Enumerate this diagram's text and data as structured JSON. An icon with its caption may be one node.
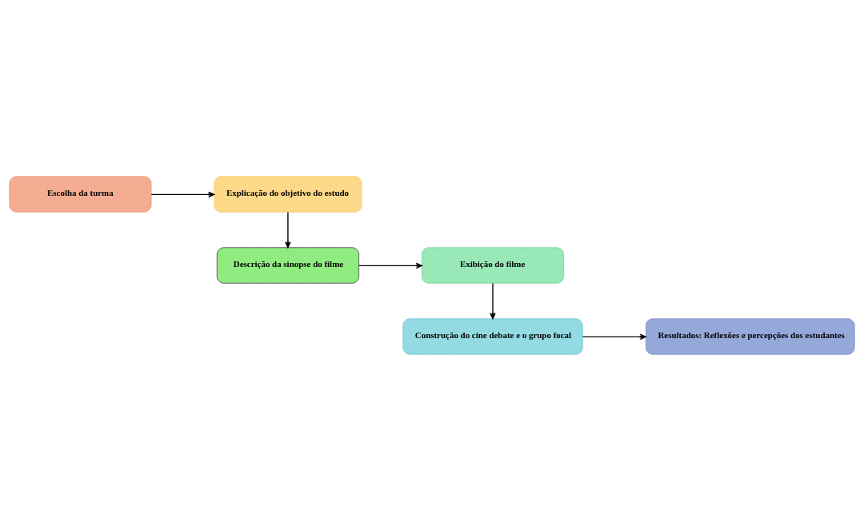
{
  "diagram": {
    "nodes": [
      {
        "text": [
          "Escolha da turma"
        ]
      },
      {
        "text": [
          "Explicação do objetivo do estudo"
        ]
      },
      {
        "text": [
          "Descrição da sinopse do filme"
        ]
      },
      {
        "text": [
          "Exibição do filme"
        ]
      },
      {
        "text": [
          "Construção do cine debate e o grupo focal"
        ]
      },
      {
        "text": [
          "Resultados: Reflexões e percepções dos estudantes"
        ]
      }
    ],
    "edges": [
      {
        "from": 0,
        "to": 1,
        "arrow": "to"
      },
      {
        "from": 1,
        "to": 2,
        "arrow": "to"
      },
      {
        "from": 2,
        "to": 3,
        "arrow": "to"
      },
      {
        "from": 3,
        "to": 4,
        "arrow": "to"
      },
      {
        "from": 4,
        "to": 5,
        "arrow": "to"
      }
    ]
  }
}
